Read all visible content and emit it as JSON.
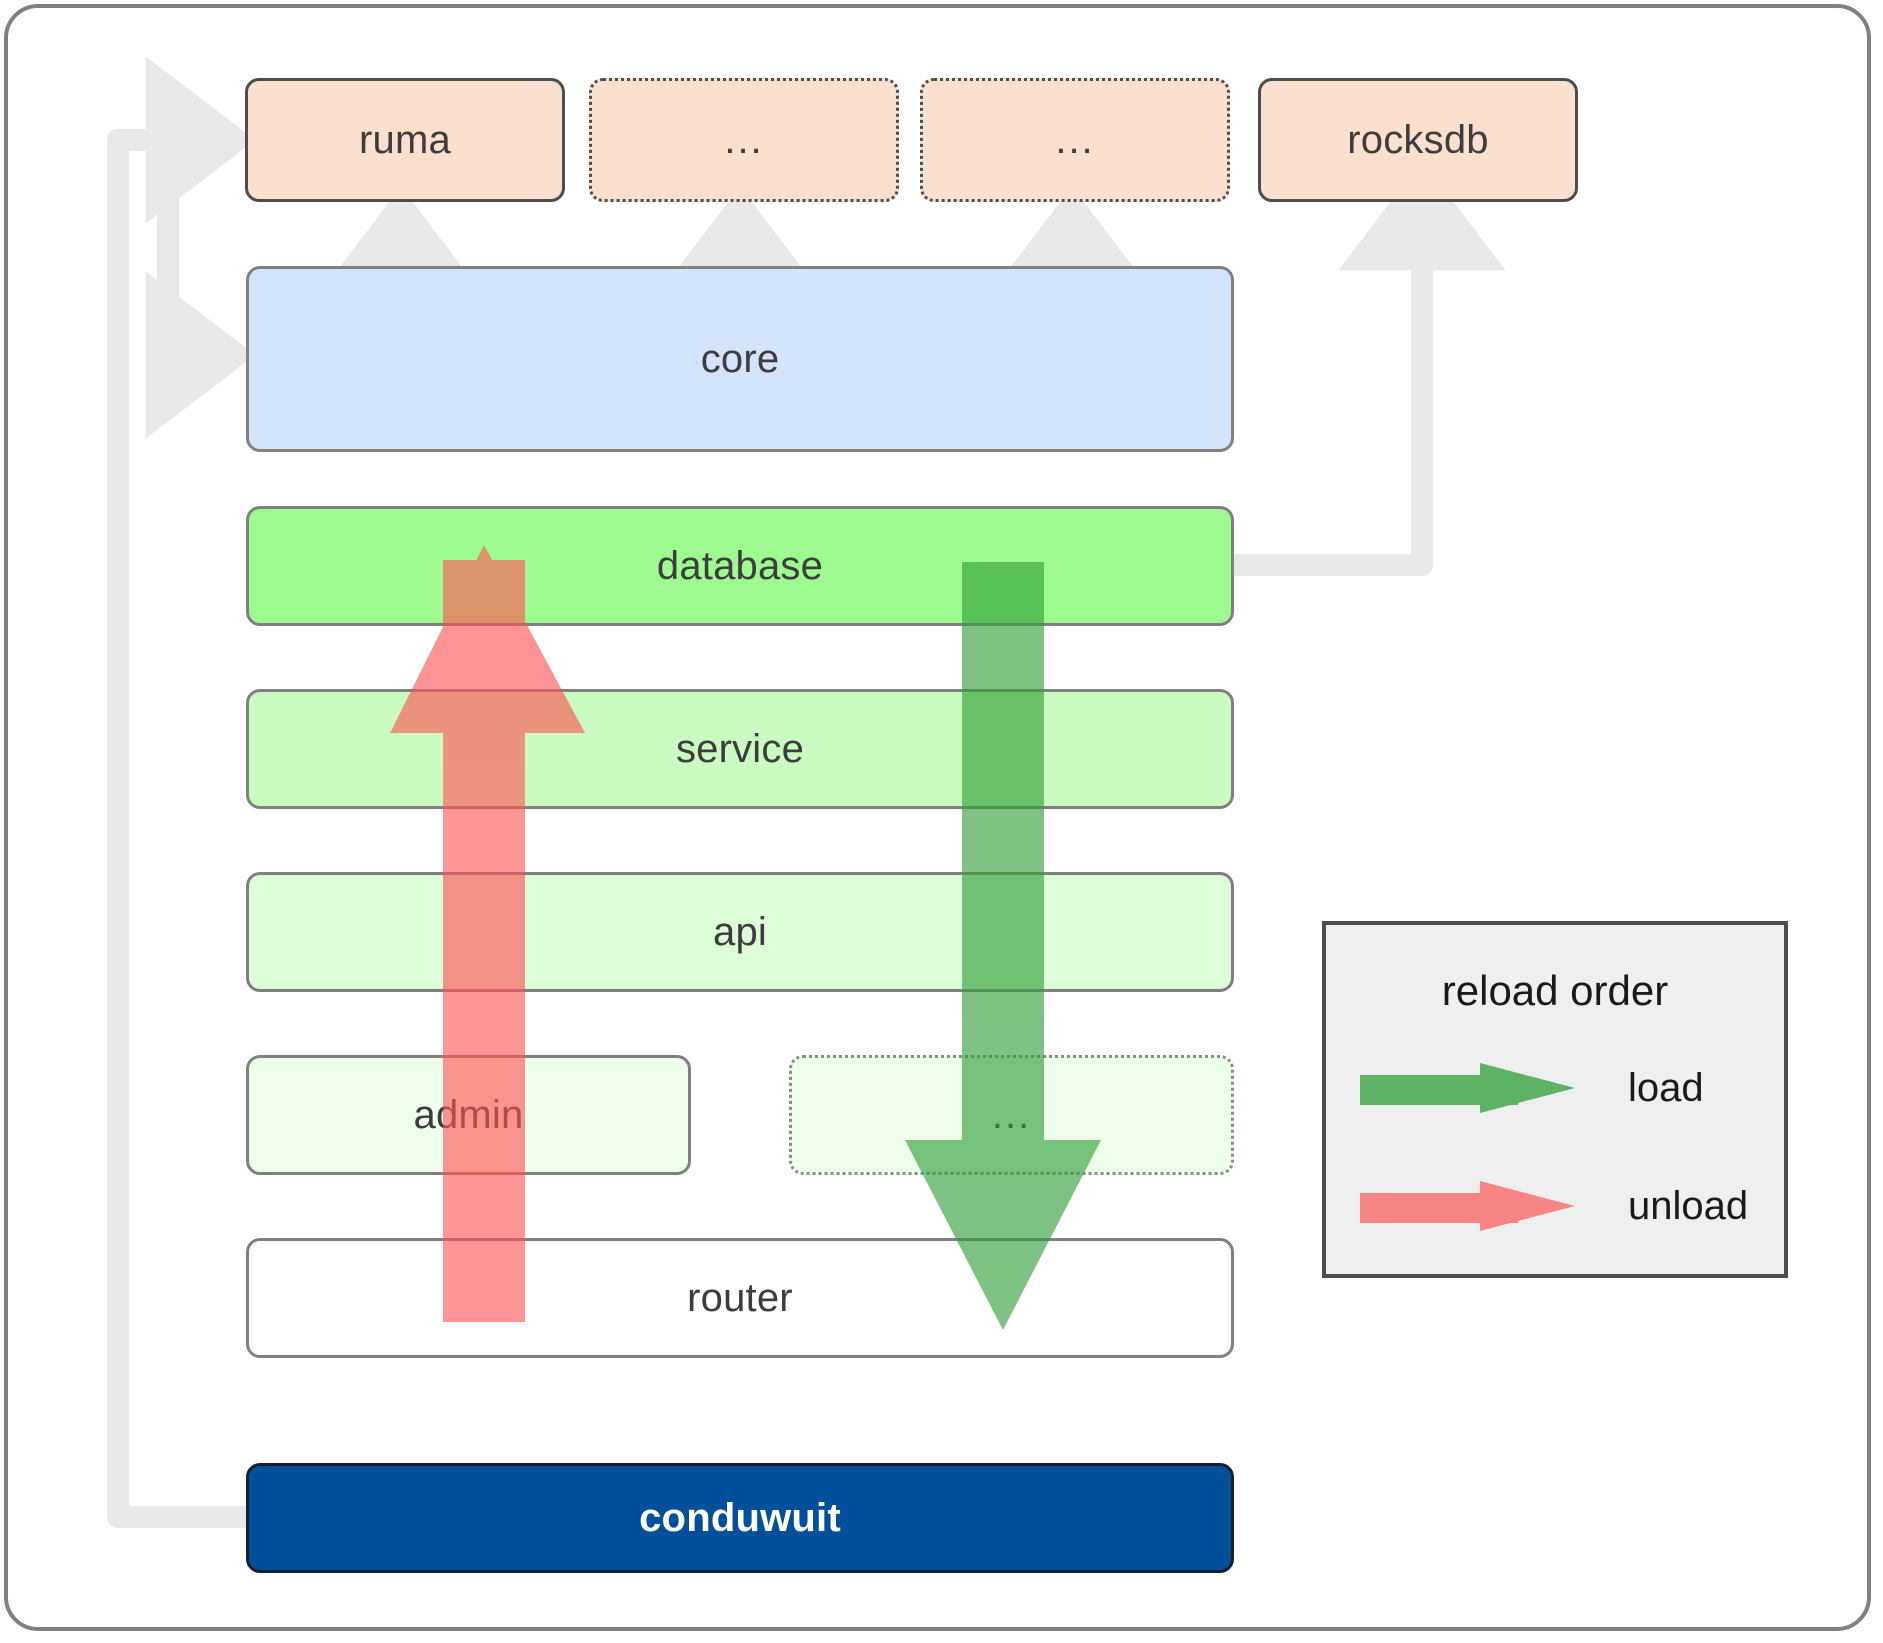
{
  "diagram": {
    "title": "conduwuit crate layer / reload order diagram",
    "dependencies_row": [
      {
        "label": "ruma",
        "style": "solid-orange"
      },
      {
        "label": "...",
        "style": "dotted-orange"
      },
      {
        "label": "...",
        "style": "dotted-orange"
      },
      {
        "label": "rocksdb",
        "style": "solid-orange"
      }
    ],
    "stack": [
      {
        "label": "core",
        "color": "#d4e4fb",
        "style": "solid"
      },
      {
        "label": "database",
        "color": "#9dfb8f",
        "style": "solid"
      },
      {
        "label": "service",
        "color": "#cafcc2",
        "style": "solid"
      },
      {
        "label": "api",
        "color": "#dcfdd7",
        "style": "solid"
      }
    ],
    "split_row": [
      {
        "label": "admin",
        "color": "#edfeeb",
        "style": "solid"
      },
      {
        "label": "...",
        "color": "#edfeeb",
        "style": "dotted"
      }
    ],
    "router": {
      "label": "router",
      "color": "#ffffff",
      "style": "solid"
    },
    "binary": {
      "label": "conduwuit",
      "color": "#024f9c",
      "text_color": "#ffffff"
    },
    "legend": {
      "title": "reload order",
      "items": [
        {
          "label": "load",
          "color": "#5cb85c"
        },
        {
          "label": "unload",
          "color": "#fb8a8a"
        }
      ]
    },
    "arrows": {
      "load_direction": "downward",
      "load_color": "#4caf50",
      "unload_direction": "upward",
      "unload_color": "#fb7a7a",
      "dependency_connector_color": "#e8e8e8"
    },
    "colors": {
      "frame_border": "#808080",
      "box_border_dark": "#4d4d4d",
      "box_border_gray": "#808080",
      "dependency_fill": "#fce0cf",
      "text": "#3d3d3d"
    }
  }
}
